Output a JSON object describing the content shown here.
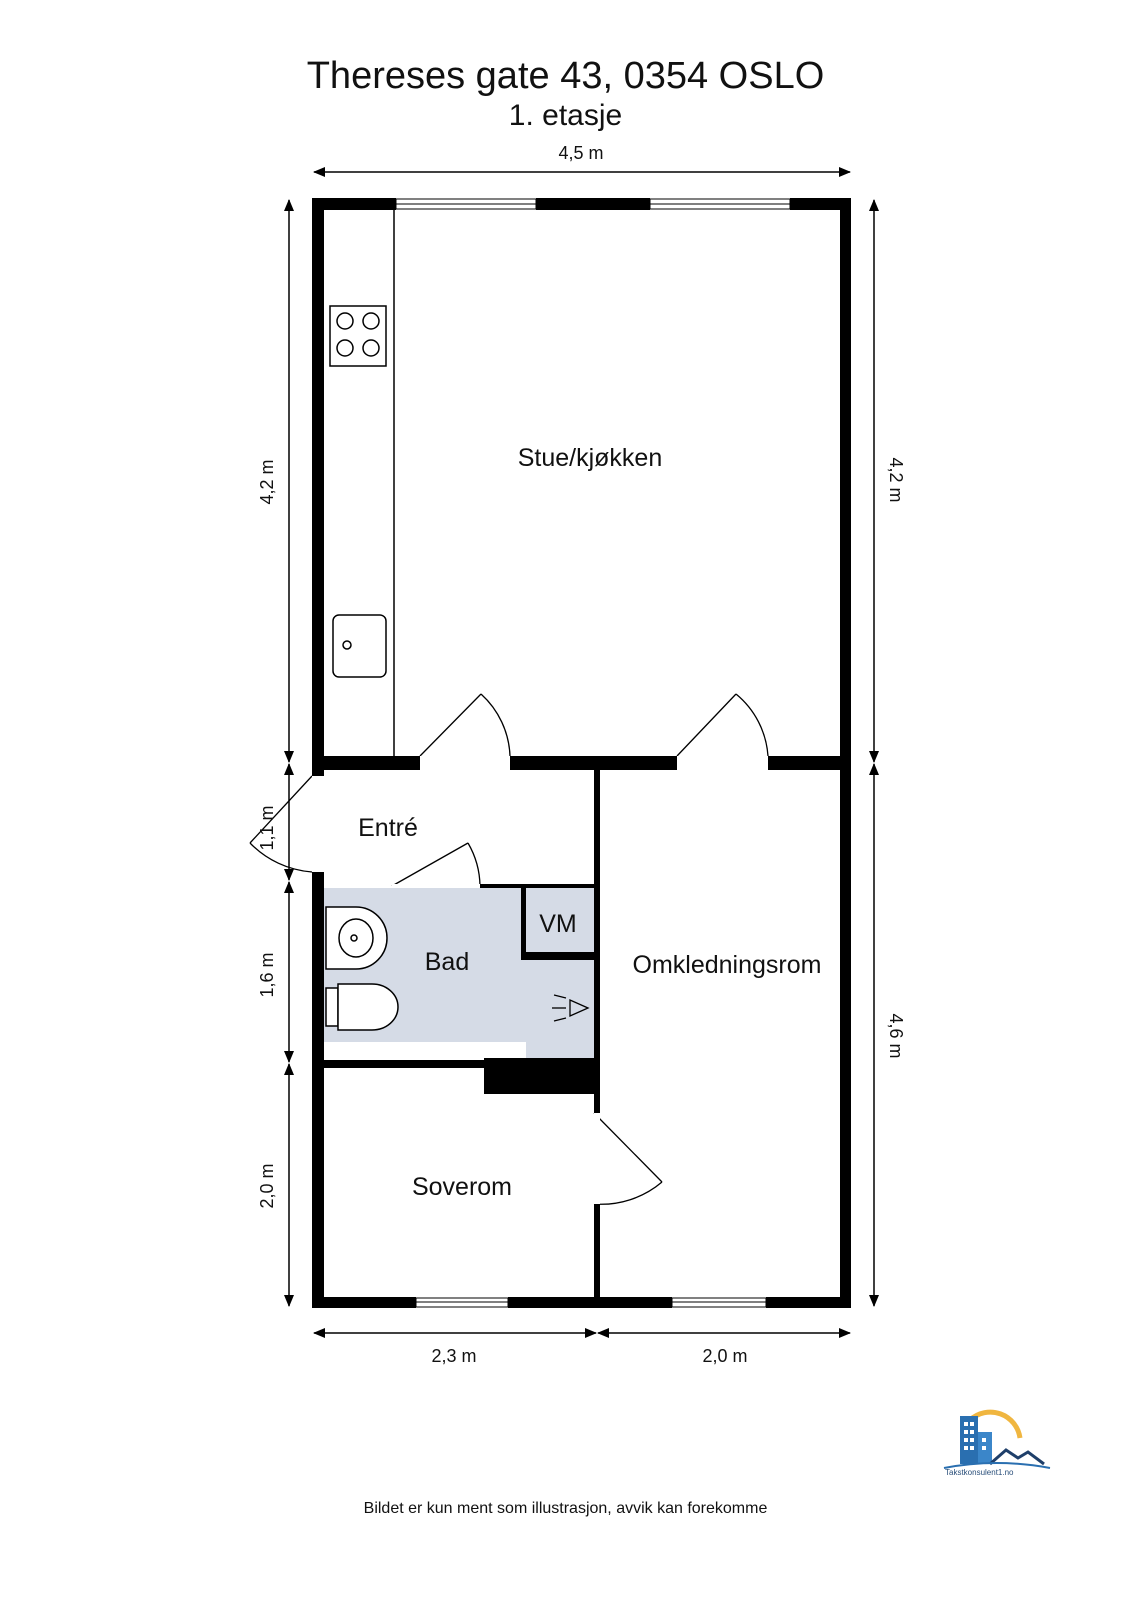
{
  "header": {
    "title": "Thereses gate 43, 0354 OSLO",
    "subtitle": "1. etasje"
  },
  "rooms": {
    "stue": "Stue/kjøkken",
    "entre": "Entré",
    "bad": "Bad",
    "vm": "VM",
    "omkledning": "Omkledningsrom",
    "soverom": "Soverom"
  },
  "dimensions": {
    "top_width": "4,5 m",
    "left_stue": "4,2 m",
    "left_entre": "1,1 m",
    "left_bad": "1,6 m",
    "left_soverom": "2,0 m",
    "right_stue": "4,2 m",
    "right_omkledning": "4,6 m",
    "bottom_soverom": "2,3 m",
    "bottom_omkledning": "2,0 m"
  },
  "logo": {
    "text": "Takstkonsulent1.no"
  },
  "footer": {
    "disclaimer": "Bildet er kun ment som illustrasjon, avvik kan forekomme"
  },
  "colors": {
    "bath_fill": "#d5dbe6",
    "wall": "#000000",
    "logo_blue": "#2a6fb0",
    "logo_gold": "#f0b640"
  }
}
